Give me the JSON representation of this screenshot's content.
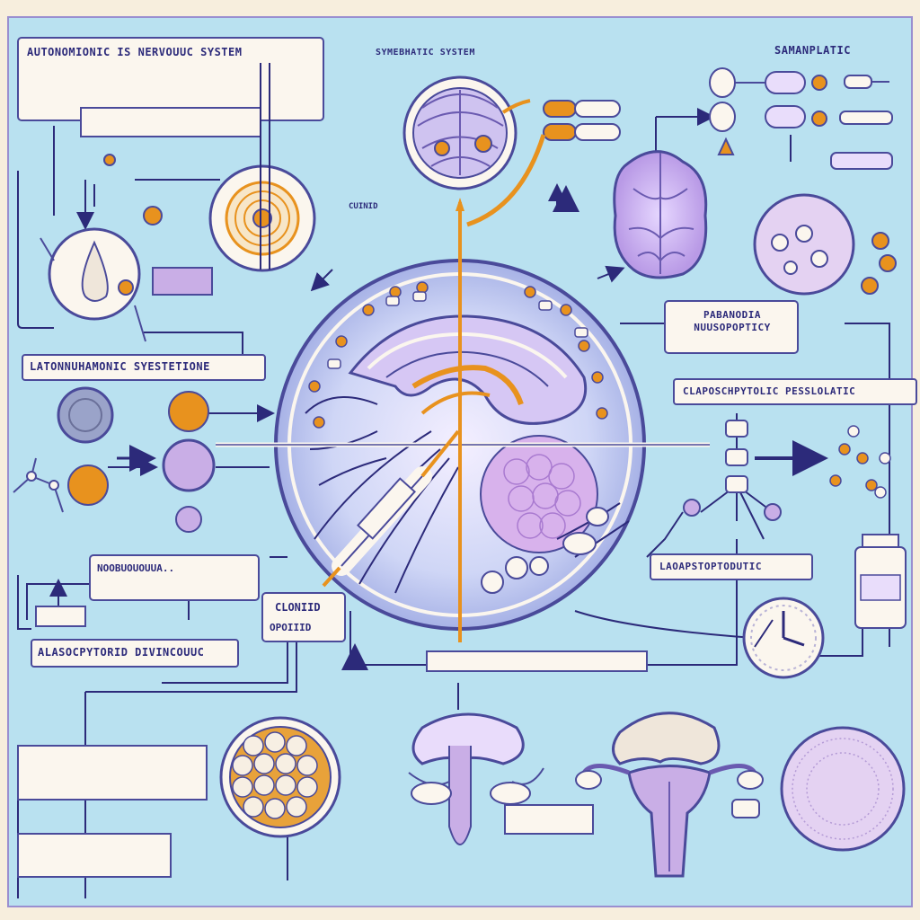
{
  "titles": {
    "autonomic": "AUTONOMIONIC IS NERVOUUC SYSTEM",
    "sympathetic": "SYMEBHATIC SYSTEM",
    "samanplatic": "SAMANPLATIC",
    "latonnu": "LATONNUHAMONIC SYESTETIONE",
    "paranodia": "PABANODIA NUUSOPOPTICY",
    "claposch": "CLAPOSCHPYTOLIC PESSLOLATIC",
    "laoapsto": "LAOAPSTOPTODUTIC",
    "alasoc": "ALASOCPYTORID DIVINCOUUC",
    "noobuo": "NOOBUOUOUUA..",
    "cloniid": "CLONIID",
    "opoiiid": "OPOIIID",
    "cuinid": "CUINID"
  },
  "colors": {
    "background": "#b9e1f0",
    "outline": "#4a4a9a",
    "orange": "#e8921e",
    "lavender": "#c9aee6",
    "cream": "#fbf6ee"
  },
  "icons": [
    "brain-icon",
    "neuron-icon",
    "cell-icon",
    "uterus-icon",
    "clock-icon",
    "bottle-icon",
    "syringe-icon",
    "arrow-icon"
  ]
}
